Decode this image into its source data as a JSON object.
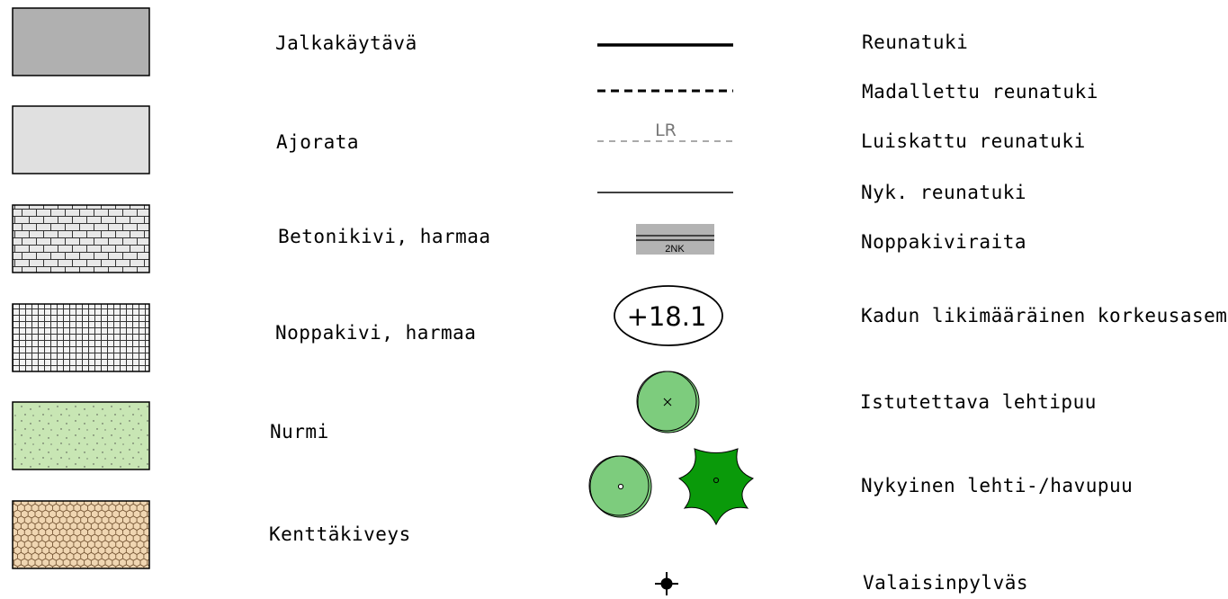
{
  "surface_legend": {
    "items": [
      {
        "key": "jalkakaytava",
        "label": "Jalkakäytävä",
        "pattern": "solid",
        "fill": "#b0b0b0"
      },
      {
        "key": "ajorata",
        "label": "Ajorata",
        "pattern": "solid",
        "fill": "#e0e0e0"
      },
      {
        "key": "betonikivi",
        "label": "Betonikivi, harmaa",
        "pattern": "brick",
        "fill": "#e8e8e8"
      },
      {
        "key": "noppakivi",
        "label": "Noppakivi, harmaa",
        "pattern": "grid",
        "fill": "#f2f2f2"
      },
      {
        "key": "nurmi",
        "label": "Nurmi",
        "pattern": "dots",
        "fill": "#c8e6b4"
      },
      {
        "key": "kenttakiveys",
        "label": "Kenttäkiveys",
        "pattern": "hexagon",
        "fill": "#f0d6b2"
      }
    ]
  },
  "symbol_legend": {
    "items": [
      {
        "key": "reunatuki",
        "label": "Reunatuki",
        "symbol": "thick-line"
      },
      {
        "key": "madallettu",
        "label": "Madallettu reunatuki",
        "symbol": "dashed-line"
      },
      {
        "key": "luiskattu",
        "label": "Luiskattu reunatuki",
        "symbol": "dashed-line-lr",
        "symbol_text": "LR"
      },
      {
        "key": "nyk-reunatuki",
        "label": "Nyk. reunatuki",
        "symbol": "thin-line"
      },
      {
        "key": "noppakiviraita",
        "label": "Noppakiviraita",
        "symbol": "stripe",
        "symbol_text": "2NK"
      },
      {
        "key": "korkeusasema",
        "label": "Kadun likimääräinen korkeusasema",
        "symbol": "ellipse",
        "symbol_text": "+18.1"
      },
      {
        "key": "istutettava",
        "label": "Istutettava lehtipuu",
        "symbol": "tree-cross"
      },
      {
        "key": "nykyinen-puu",
        "label": "Nykyinen lehti-/havupuu",
        "symbol": "tree-pair"
      },
      {
        "key": "valaisin",
        "label": "Valaisinpylväs",
        "symbol": "lamp"
      }
    ]
  },
  "colors": {
    "stroke": "#000000",
    "tree_fill": "#7dcc7d",
    "conifer_fill": "#0a9a0a",
    "stripe_fill": "#b3b3b3"
  }
}
